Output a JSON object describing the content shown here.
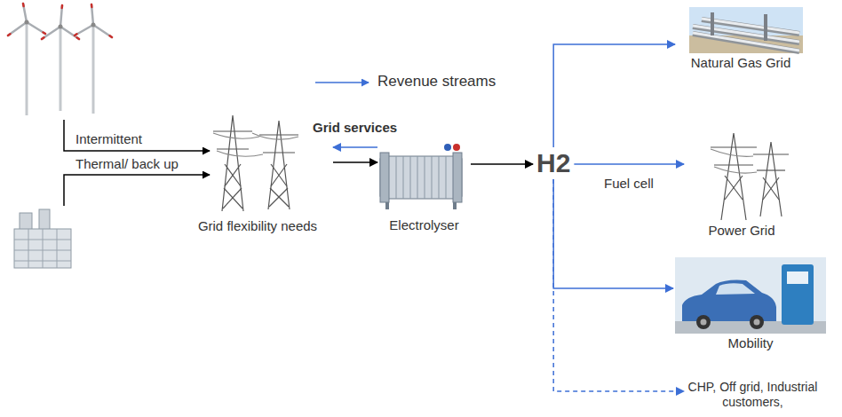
{
  "diagram": {
    "nodes": [
      {
        "text": [
          "Grid flexibility needs"
        ]
      },
      {
        "text": [
          "Electrolyser"
        ]
      },
      {
        "text": [
          "H2"
        ]
      },
      {
        "text": [
          "Natural Gas Grid"
        ]
      },
      {
        "text": [
          "Power Grid"
        ]
      },
      {
        "text": [
          "Mobility"
        ]
      },
      {
        "text": [
          "CHP, Off grid, Industrial customers,"
        ]
      }
    ],
    "edges": [
      {
        "from": 0,
        "to": 1,
        "arrow": "to"
      },
      {
        "from": 1,
        "to": 0,
        "label": "Grid services",
        "arrow": "to"
      },
      {
        "from": 1,
        "to": 2,
        "arrow": "to"
      },
      {
        "from": 2,
        "to": 3,
        "arrow": "to"
      },
      {
        "from": 2,
        "to": 4,
        "label": "Fuel cell",
        "arrow": "to"
      },
      {
        "from": 2,
        "to": 5,
        "arrow": "to"
      },
      {
        "from": 2,
        "to": 6,
        "arrow": "to"
      }
    ],
    "labels": [
      "Intermittent",
      "Thermal/ back up"
    ],
    "legend": [
      {
        "text": "Revenue streams"
      }
    ]
  }
}
